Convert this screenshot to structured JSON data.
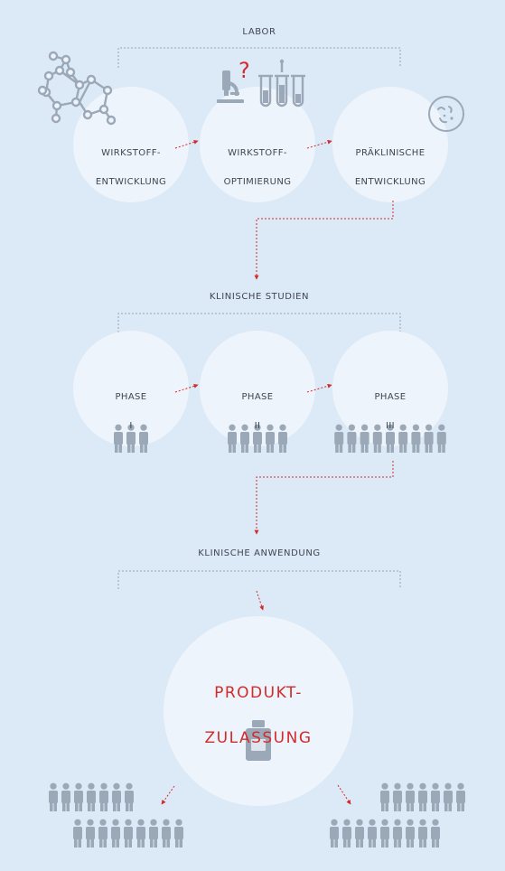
{
  "labor": {
    "title": "LABOR",
    "steps": [
      {
        "line1": "WIRKSTOFF-",
        "line2": "ENTWICKLUNG"
      },
      {
        "line1": "WIRKSTOFF-",
        "line2": "OPTIMIERUNG"
      },
      {
        "line1": "PRÄKLINISCHE",
        "line2": "ENTWICKLUNG"
      }
    ]
  },
  "studien": {
    "title": "KLINISCHE STUDIEN",
    "phases": [
      {
        "line1": "PHASE",
        "line2": "I",
        "people": 3
      },
      {
        "line1": "PHASE",
        "line2": "II",
        "people": 5
      },
      {
        "line1": "PHASE",
        "line2": "III",
        "people": 9
      }
    ]
  },
  "anwendung": {
    "title": "KLINISCHE ANWENDUNG",
    "approval_line1": "PRODUKT-",
    "approval_line2": "ZULASSUNG"
  },
  "icons": {
    "molecule": "molecule-icon",
    "microscope": "microscope-icon",
    "question_mark": "question-mark-icon",
    "test_tubes": "test-tubes-icon",
    "petri_dish": "petri-dish-icon",
    "person": "person-icon",
    "medicine_bottle": "medicine-bottle-icon"
  },
  "colors": {
    "background": "#dce9f6",
    "circle": "#eef4fb",
    "icon": "#9aa8b8",
    "text": "#3e4650",
    "accent": "#d32a2a",
    "bracket": "#9aa4ae"
  },
  "audience": {
    "left_rows": [
      7,
      9
    ],
    "right_rows": [
      7,
      9
    ]
  }
}
